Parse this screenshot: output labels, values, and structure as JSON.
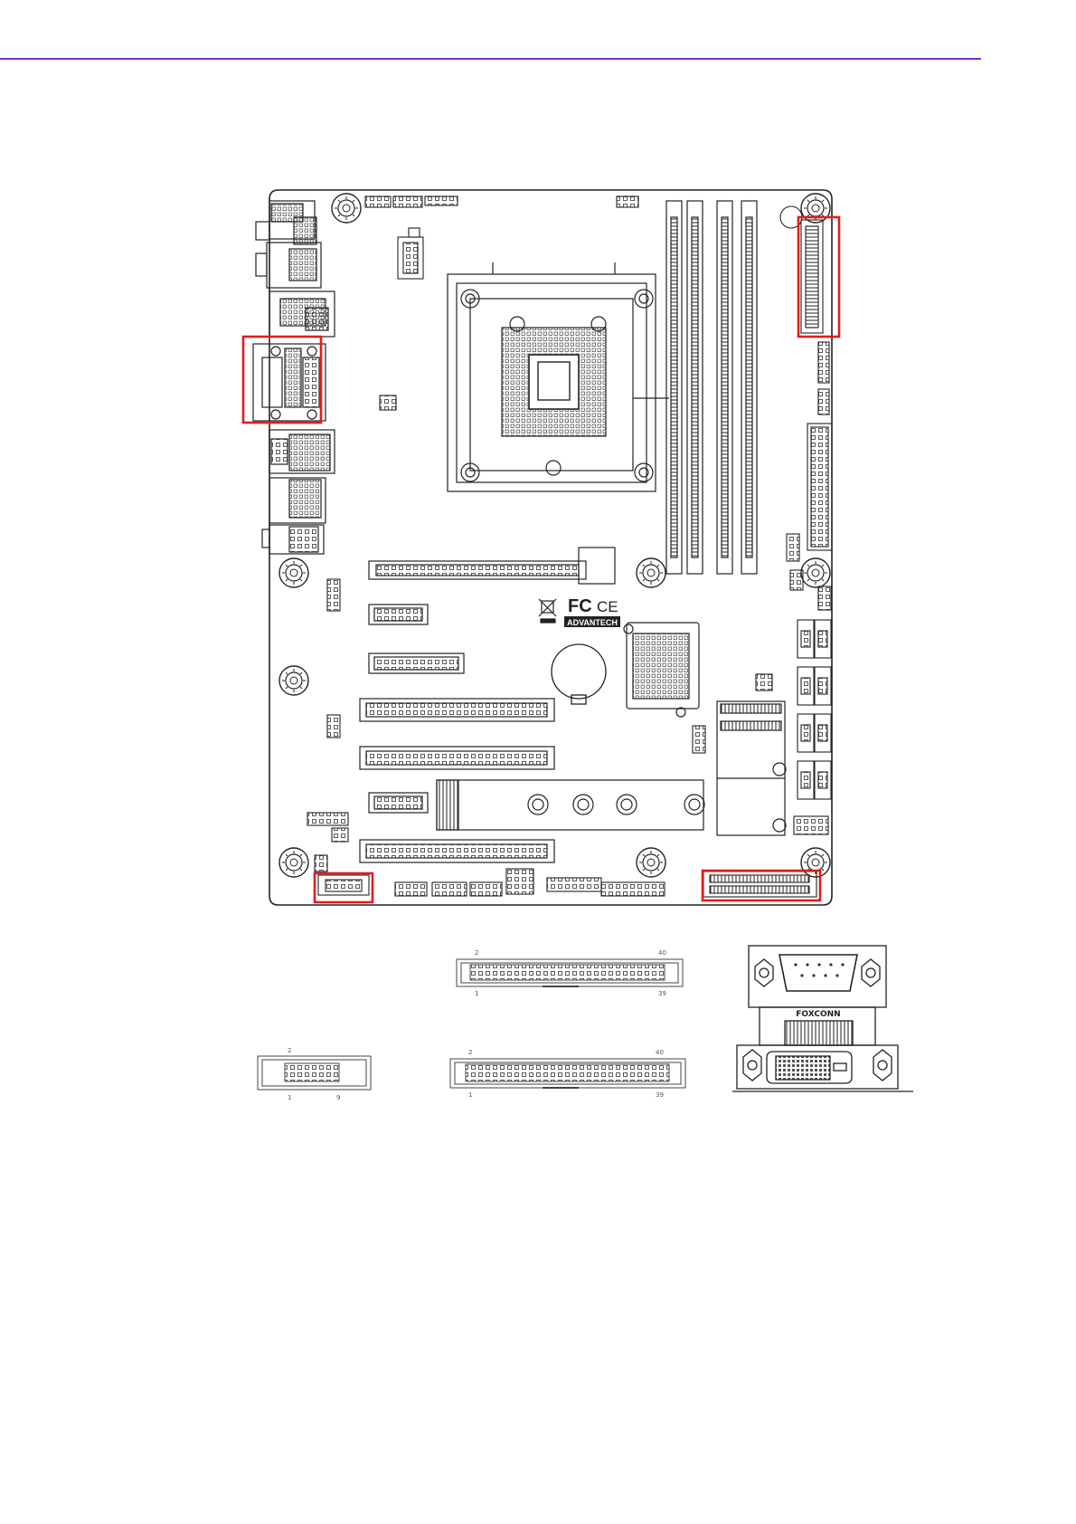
{
  "colors": {
    "rule": "#7b2fd0",
    "highlight": "#e21d1d",
    "line": "#2a2a2a"
  },
  "board": {
    "brand_logo": "ADVANTECH",
    "cert_marks": [
      "FC",
      "CE"
    ]
  },
  "details": {
    "header_small": {
      "pin_top": "2",
      "pin_bottom_left": "1",
      "pin_bottom_right": "9"
    },
    "header_wide_top": {
      "pin_top_left": "2",
      "pin_top_right": "40",
      "pin_bottom_left": "1",
      "pin_bottom_right": "39"
    },
    "header_wide_bottom": {
      "pin_top_left": "2",
      "pin_top_right": "40",
      "pin_bottom_left": "1",
      "pin_bottom_right": "39"
    },
    "dual_port_connector": {
      "vendor_label": "FOXCONN"
    }
  }
}
